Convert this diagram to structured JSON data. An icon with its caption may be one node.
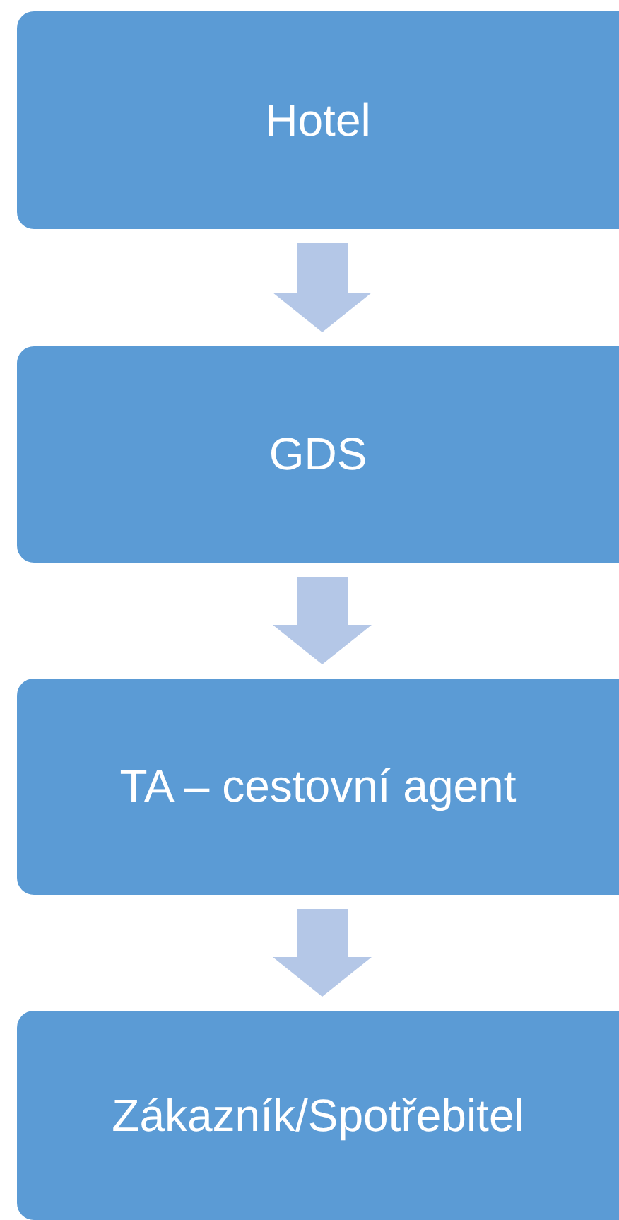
{
  "diagram": {
    "nodes": [
      {
        "text": [
          "Hotel"
        ]
      },
      {
        "text": [
          "GDS"
        ]
      },
      {
        "text": [
          "TA – cestovní agent"
        ]
      },
      {
        "text": [
          "Zákazník/Spotřebitel"
        ]
      }
    ],
    "edges": [
      {
        "from": 0,
        "to": 1,
        "arrow": "to"
      },
      {
        "from": 1,
        "to": 2,
        "arrow": "to"
      },
      {
        "from": 2,
        "to": 3,
        "arrow": "to"
      }
    ]
  }
}
